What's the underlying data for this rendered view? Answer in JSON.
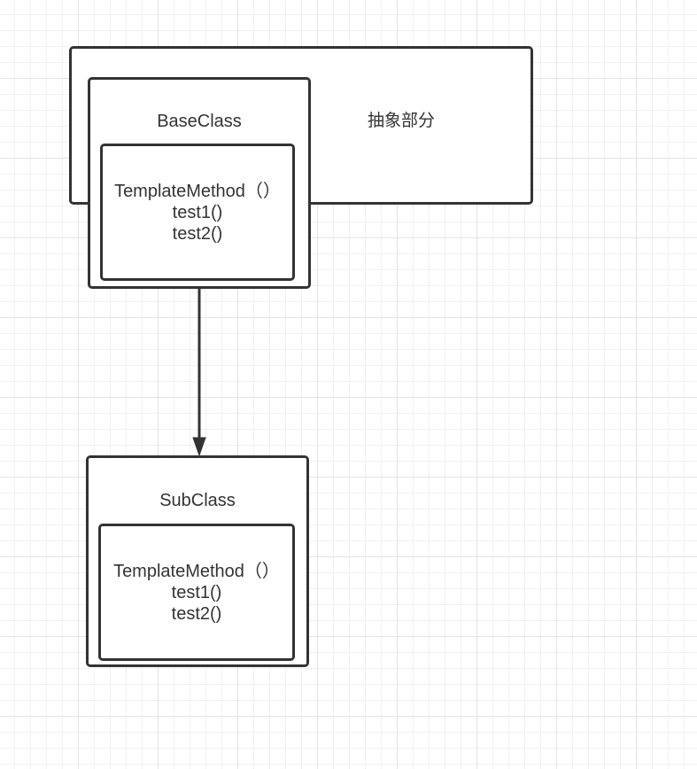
{
  "diagram": {
    "abstract_label": "抽象部分",
    "base_class": {
      "name": "BaseClass",
      "methods": [
        "TemplateMethod（）",
        "test1()",
        "test2()"
      ]
    },
    "sub_class": {
      "name": "SubClass",
      "methods": [
        "TemplateMethod（）",
        "test1()",
        "test2()"
      ]
    },
    "line_color": "#333333"
  }
}
